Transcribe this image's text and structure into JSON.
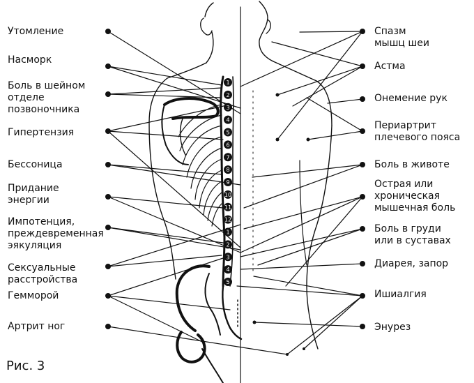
{
  "left_labels": [
    "Утомление",
    "Насморк",
    "Боль в шейном\nотделе\nпозвоночника",
    "Гипертензия",
    "Бессоница",
    "Придание\nэнергии",
    "Импотенция,\nпреждевременная\nэякуляция",
    "Сексуальные\nрасстройства",
    "Гемморой",
    "Артрит ног"
  ],
  "right_labels": [
    "Спазм\nмышц шеи",
    "Астма",
    "Онемение рук",
    "Периартрит\nплечевого пояса",
    "Боль в животе",
    "Острая или\nхроническая\nмышечная боль",
    "Боль в груди\nили в суставах",
    "Диарея, запор",
    "Ишиалгия",
    "Энурез"
  ],
  "vertebra_numbers": [
    "1",
    "2",
    "3",
    "4",
    "5",
    "6",
    "7",
    "8",
    "9",
    "10",
    "11",
    "12",
    "1",
    "2",
    "3",
    "4",
    "5"
  ],
  "caption": "Рис. 3",
  "colors": {
    "ink": "#111111",
    "background": "#ffffff"
  }
}
